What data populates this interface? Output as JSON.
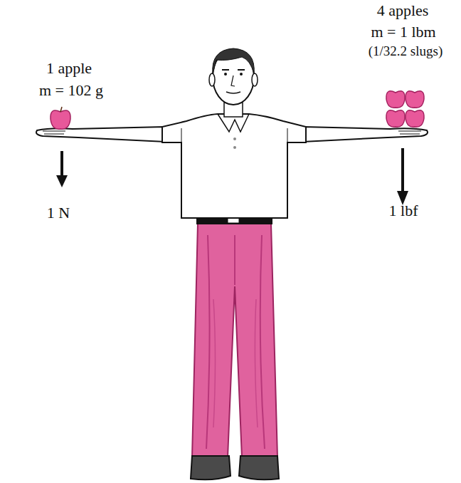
{
  "diagram": {
    "labels": [
      "1 apple",
      "m = 102 g",
      "1 N",
      "4 apples",
      "m = 1 lbm",
      "(1/32.2 slugs)",
      "1 lbf"
    ]
  }
}
